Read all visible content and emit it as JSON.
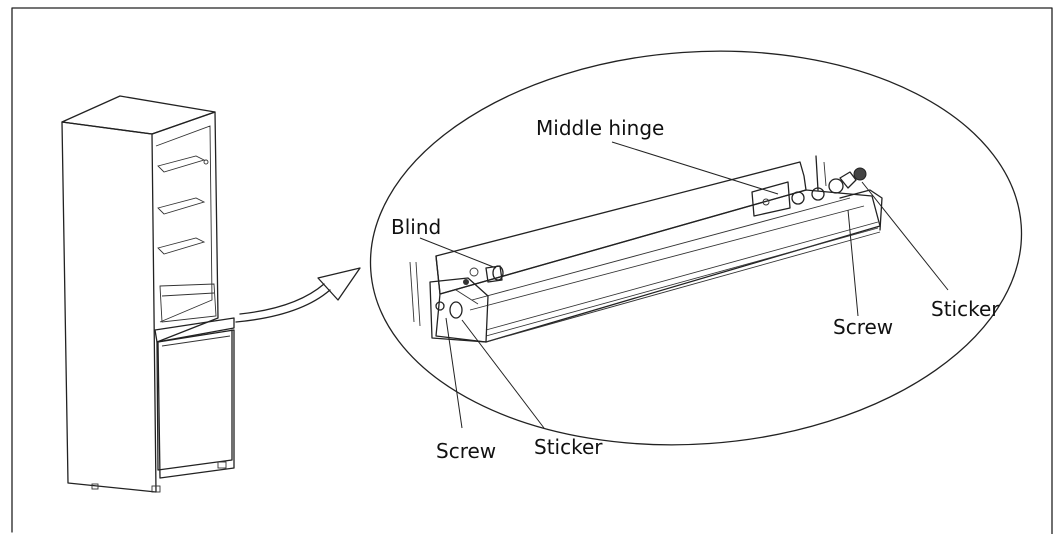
{
  "labels": {
    "middle_hinge": "Middle hinge",
    "blind": "Blind",
    "sticker_right": "Sticker",
    "screw_right": "Screw",
    "screw_left": "Screw",
    "sticker_left": "Sticker"
  }
}
